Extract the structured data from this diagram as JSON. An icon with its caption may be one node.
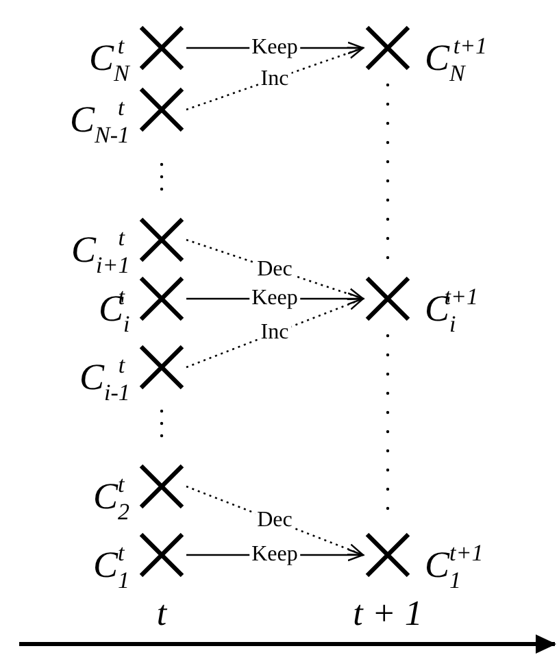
{
  "diagram": {
    "nodes": [
      {
        "text": [],
        "shape": "cross",
        "beside": [
          "C$_{N}$$^{t}$"
        ]
      },
      {
        "text": [],
        "shape": "cross",
        "beside": [
          "C$_{N-1}$$^{t}$"
        ]
      },
      {
        "text": [],
        "shape": "cross",
        "beside": [
          "C$_{i+1}$$^{t}$"
        ]
      },
      {
        "text": [],
        "shape": "cross",
        "beside": [
          "C$_{i}$$^{t}$"
        ]
      },
      {
        "text": [],
        "shape": "cross",
        "beside": [
          "C$_{i-1}$$^{t}$"
        ]
      },
      {
        "text": [],
        "shape": "cross",
        "beside": [
          "C$_{2}$$^{t}$"
        ]
      },
      {
        "text": [],
        "shape": "cross",
        "beside": [
          "C$_{1}$$^{t}$"
        ]
      },
      {
        "text": [],
        "shape": "cross",
        "beside": [
          "C$_{N}$$^{t+1}$"
        ]
      },
      {
        "text": [],
        "shape": "cross",
        "beside": [
          "C$_{i}$$^{t+1}$"
        ]
      },
      {
        "text": [],
        "shape": "cross",
        "beside": [
          "C$_{1}$$^{t+1}$"
        ]
      }
    ],
    "edges": [
      {
        "from": 0,
        "to": 7,
        "arrow": "to",
        "label": "Keep"
      },
      {
        "from": 1,
        "to": 7,
        "arrow": "to",
        "label": "Inc",
        "style": "dashed"
      },
      {
        "from": 2,
        "to": 8,
        "arrow": "to",
        "label": "Dec",
        "style": "dashed"
      },
      {
        "from": 3,
        "to": 8,
        "arrow": "to",
        "label": "Keep"
      },
      {
        "from": 4,
        "to": 8,
        "arrow": "to",
        "label": "Inc",
        "style": "dashed"
      },
      {
        "from": 5,
        "to": 9,
        "arrow": "to",
        "label": "Dec",
        "style": "dashed"
      },
      {
        "from": 6,
        "to": 9,
        "arrow": "to",
        "label": "Keep"
      }
    ],
    "labels": [
      "t",
      "t + 1"
    ]
  }
}
